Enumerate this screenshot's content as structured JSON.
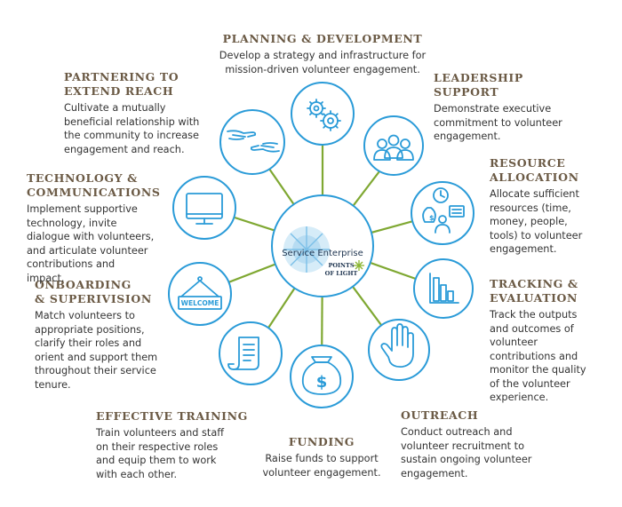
{
  "hub": {
    "name": "Service Enterprise",
    "brand_line1": "POINTS",
    "brand_line2": "OF LIGHT"
  },
  "welcome_sign": "WELCOME",
  "colors": {
    "spoke": "#7fa832",
    "node_stroke": "#2a9bd8",
    "title": "#6b5a45",
    "text": "#333333"
  },
  "sections": {
    "planning": {
      "title": "PLANNING & DEVELOPMENT",
      "desc": "Develop a strategy and infrastructure for\nmission-driven volunteer engagement.",
      "icon": "gears-icon"
    },
    "leadership": {
      "title": "LEADERSHIP\nSUPPORT",
      "desc": "Demonstrate executive\ncommitment to volunteer\nengagement.",
      "icon": "people-icon"
    },
    "resource": {
      "title": "RESOURCE\nALLOCATION",
      "desc": "Allocate sufficient\nresources (time,\nmoney, people,\ntools) to volunteer\nengagement.",
      "icon": "resources-icon"
    },
    "tracking": {
      "title": "TRACKING &\nEVALUATION",
      "desc": "Track the outputs\nand outcomes of\nvolunteer\ncontributions and\nmonitor the quality\nof the volunteer\nexperience.",
      "icon": "bar-chart-icon"
    },
    "outreach": {
      "title": "OUTREACH",
      "desc": "Conduct outreach and\nvolunteer recruitment to\nsustain ongoing volunteer\nengagement.",
      "icon": "raised-hand-icon"
    },
    "funding": {
      "title": "FUNDING",
      "desc": "Raise funds to support\nvolunteer engagement.",
      "icon": "money-bag-icon"
    },
    "training": {
      "title": "EFFECTIVE TRAINING",
      "desc": "Train volunteers and staff\non their respective roles\nand equip them to work\nwith each other.",
      "icon": "document-icon"
    },
    "onboarding": {
      "title": "ONBOARDING\n& SUPERIVISION",
      "desc": "Match volunteers to\nappropriate positions,\nclarify their roles and\norient and support them\nthroughout their service\ntenure.",
      "icon": "welcome-sign-icon"
    },
    "technology": {
      "title": "TECHNOLOGY &\nCOMMUNICATIONS",
      "desc": "Implement supportive\ntechnology, invite\ndialogue with volunteers,\nand articulate volunteer\ncontributions and\nimpact.",
      "icon": "monitor-icon"
    },
    "partnering": {
      "title": "PARTNERING TO\nEXTEND REACH",
      "desc": "Cultivate a mutually\nbeneficial relationship with\nthe community to increase\nengagement and reach.",
      "icon": "reaching-hands-icon"
    }
  }
}
